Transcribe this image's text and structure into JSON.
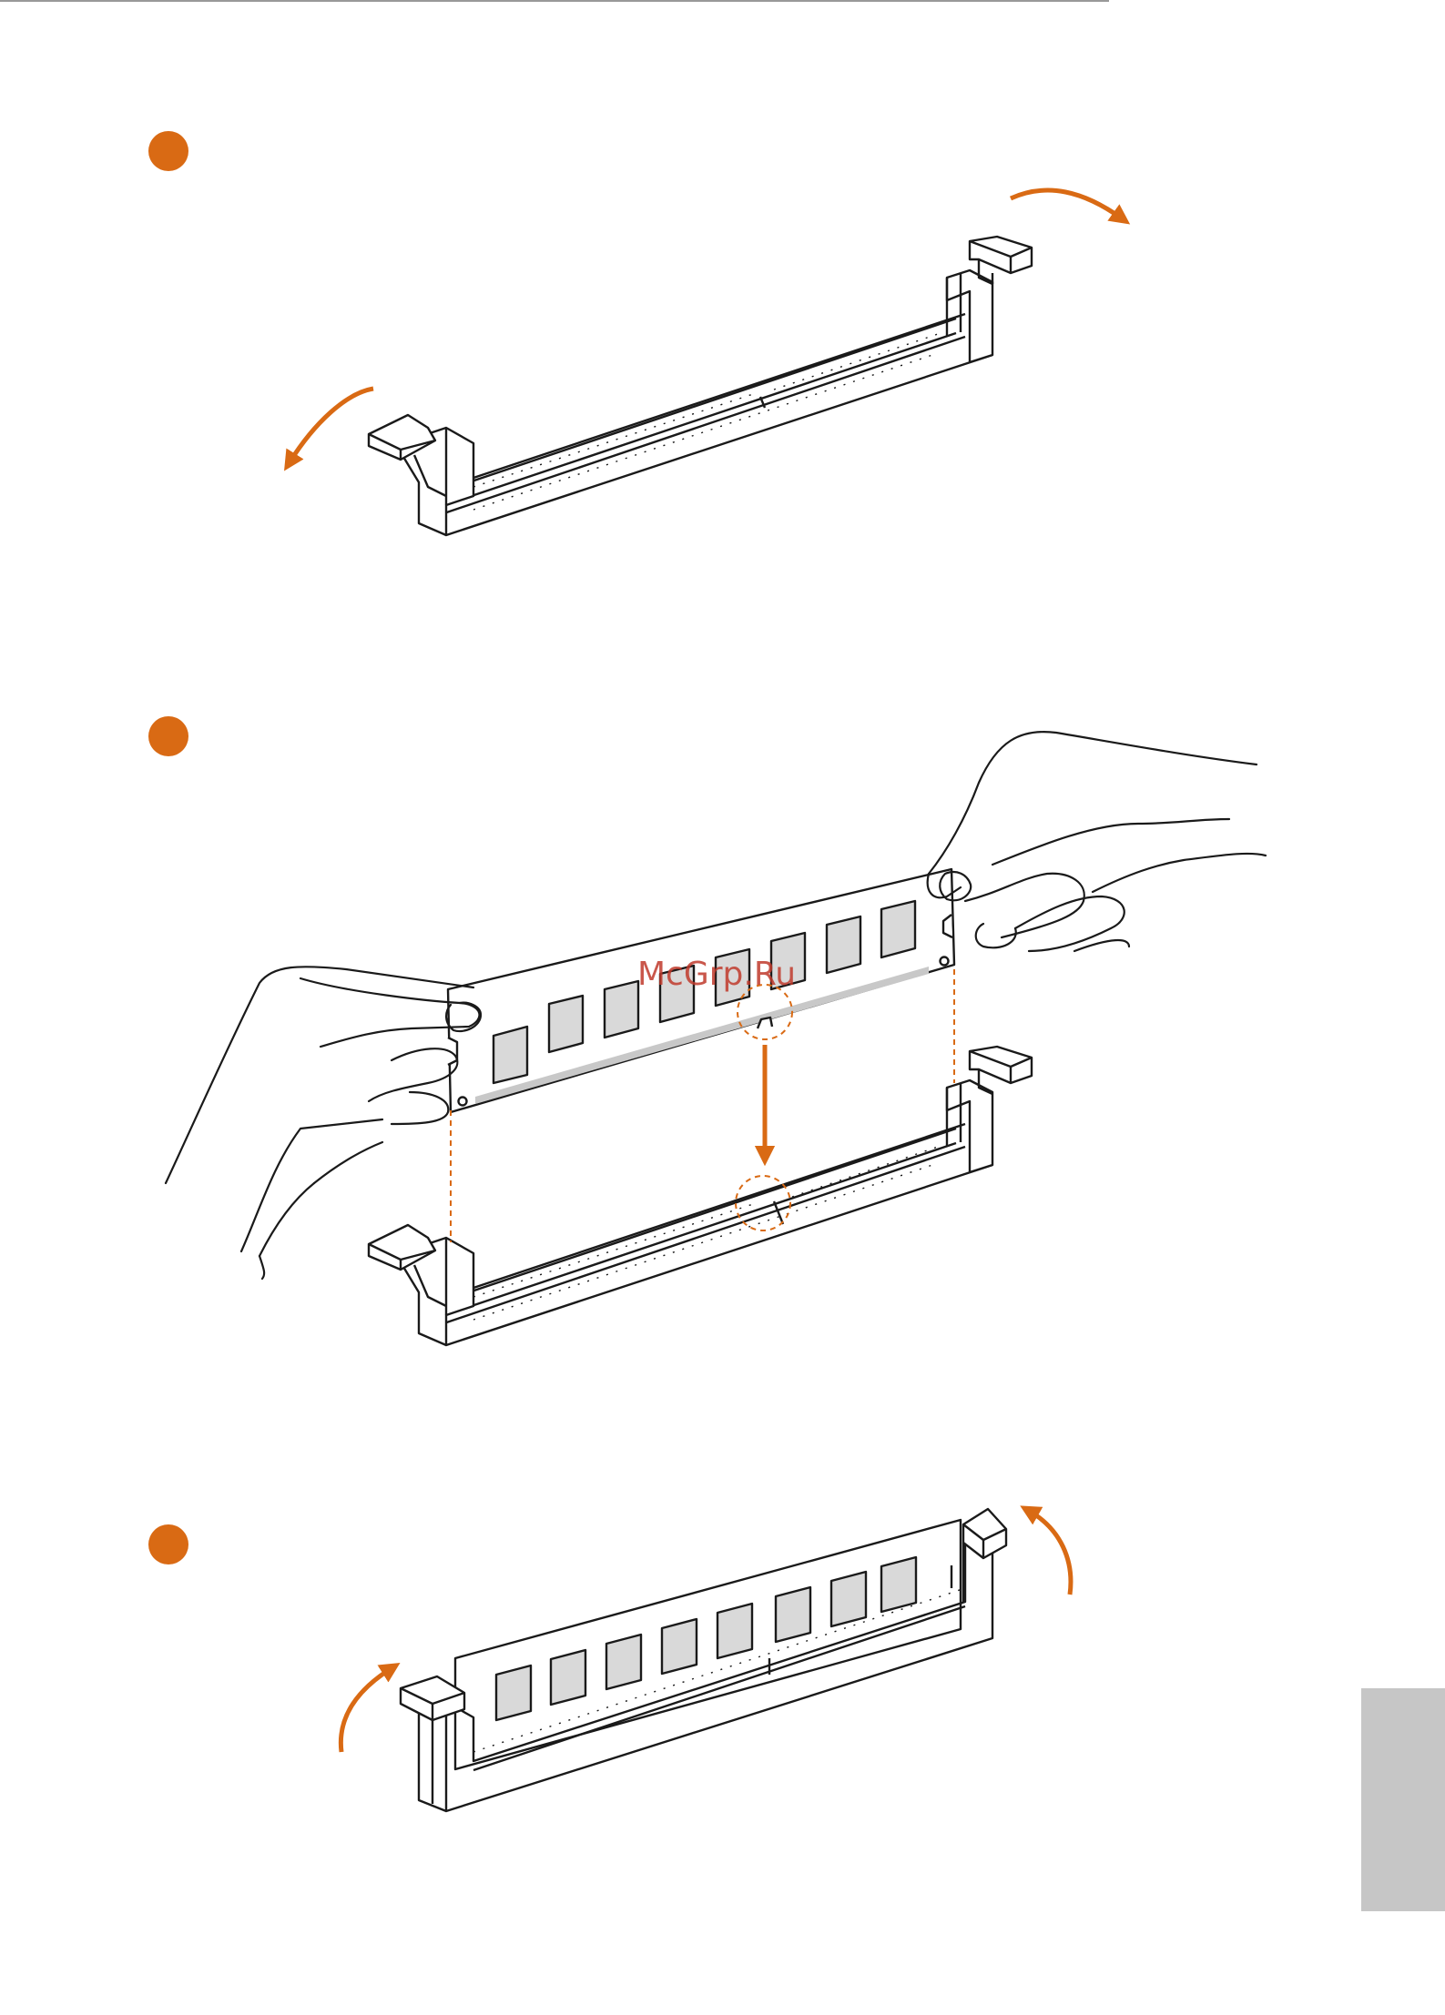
{
  "page": {
    "watermark_text": "McGrp.Ru"
  },
  "steps": [
    {
      "id": 1,
      "marker": "orange-dot",
      "content": "open-latches"
    },
    {
      "id": 2,
      "marker": "orange-dot",
      "content": "insert-module"
    },
    {
      "id": 3,
      "marker": "orange-dot",
      "content": "latches-closed"
    }
  ],
  "colors": {
    "accent": "#d96a14",
    "ink": "#1a1a1a",
    "chip_fill": "#d9d9d9",
    "contact_strip": "#c8c8c8",
    "side_tab": "#c6c6c6",
    "watermark": "#c0392b",
    "rule": "#999999"
  }
}
